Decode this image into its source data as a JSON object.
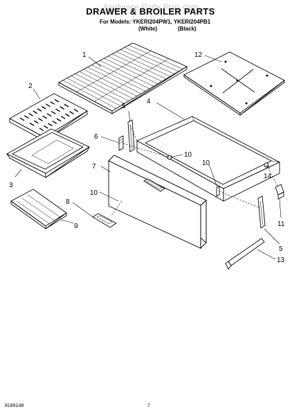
{
  "header": {
    "watermark": "Appliance Parts Pros.com",
    "title": "DRAWER & BROILER PARTS",
    "models": "For Models: YKERI204PW1, YKERI204PB1",
    "color_white": "(White)",
    "color_black": "(Black)"
  },
  "callouts": {
    "c1": "1",
    "c2": "2",
    "c3": "3",
    "c4": "4",
    "c5a": "5",
    "c5b": "5",
    "c6": "6",
    "c7": "7",
    "c8": "8",
    "c9": "9",
    "c10a": "10",
    "c10b": "10",
    "c10c": "10",
    "c11": "11",
    "c12": "12",
    "c13": "13",
    "c14": "14"
  },
  "footer": {
    "doc_number": "8189148",
    "page_number": "7"
  }
}
